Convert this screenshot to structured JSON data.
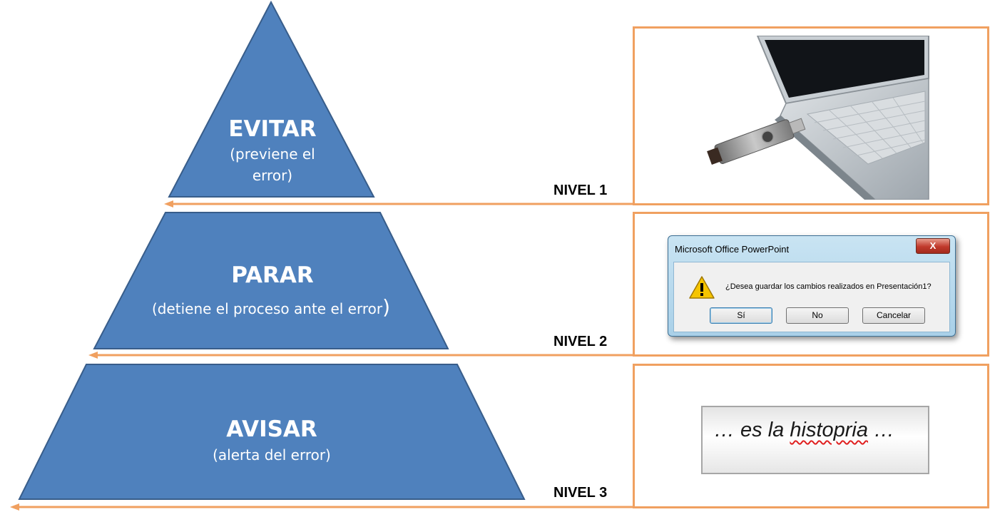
{
  "tiers": [
    {
      "title": "EVITAR",
      "subtitle_line1": "(previene el",
      "subtitle_line2": "error)",
      "level": "NIVEL 1"
    },
    {
      "title": "PARAR",
      "subtitle": "(detiene el proceso ante el error",
      "subtitle_paren": ")",
      "level": "NIVEL 2"
    },
    {
      "title": "AVISAR",
      "subtitle": "(alerta del error)",
      "level": "NIVEL 3"
    }
  ],
  "colors": {
    "pyramid_fill": "#4f81bd",
    "pyramid_stroke": "#385d8a",
    "arrow": "#f0a060",
    "panel_border": "#f0a060"
  },
  "dialog": {
    "title": "Microsoft Office PowerPoint",
    "close_label": "X",
    "message": "¿Desea guardar los cambios realizados en Presentación1?",
    "buttons": {
      "yes": "Sí",
      "no": "No",
      "cancel": "Cancelar"
    },
    "icon": "warning-icon"
  },
  "spellcheck": {
    "prefix": "… es la ",
    "misspelled_word": "histopria",
    "suffix": " …"
  },
  "images": {
    "panel1": "laptop-usb-image"
  }
}
